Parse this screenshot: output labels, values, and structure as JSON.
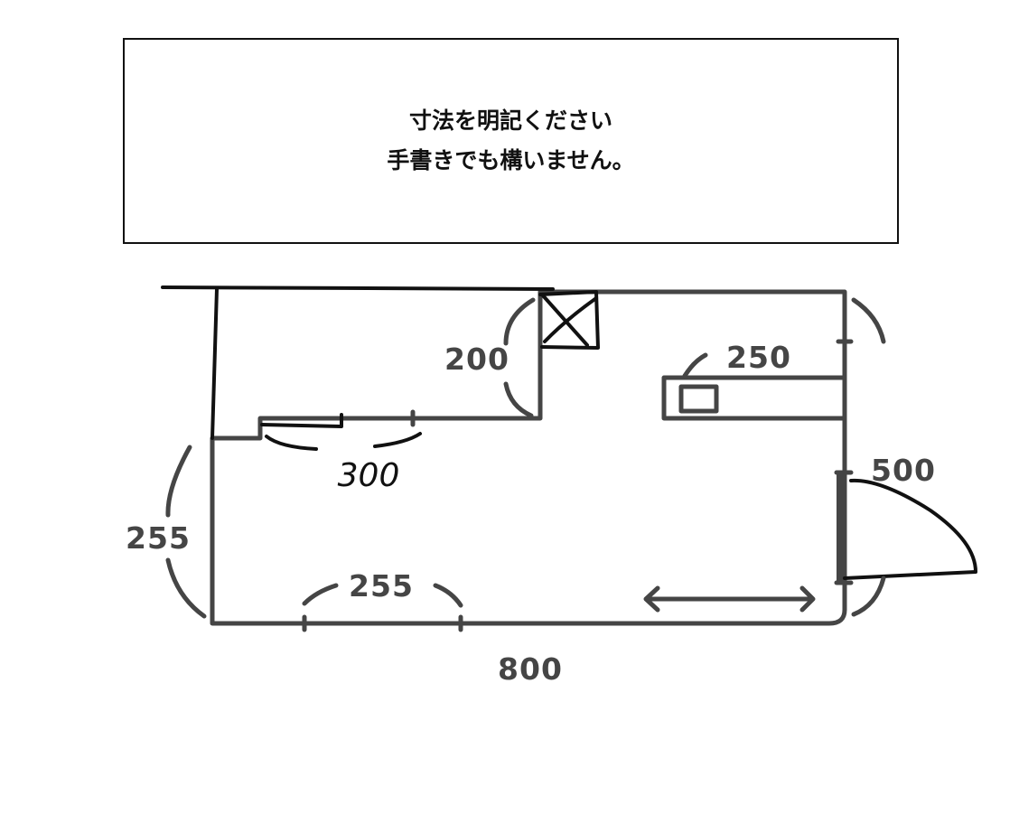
{
  "instruction": {
    "line1": "寸法を明記ください",
    "line2": "手書きでも構いません。"
  },
  "dimensions": {
    "alcove_height": "200",
    "counter_width": "250",
    "door_width": "500",
    "left_height": "255",
    "bottom_segment": "255",
    "total_width": "800",
    "step_width": "300"
  },
  "colors": {
    "wall": "#454545",
    "ink": "#111111"
  }
}
